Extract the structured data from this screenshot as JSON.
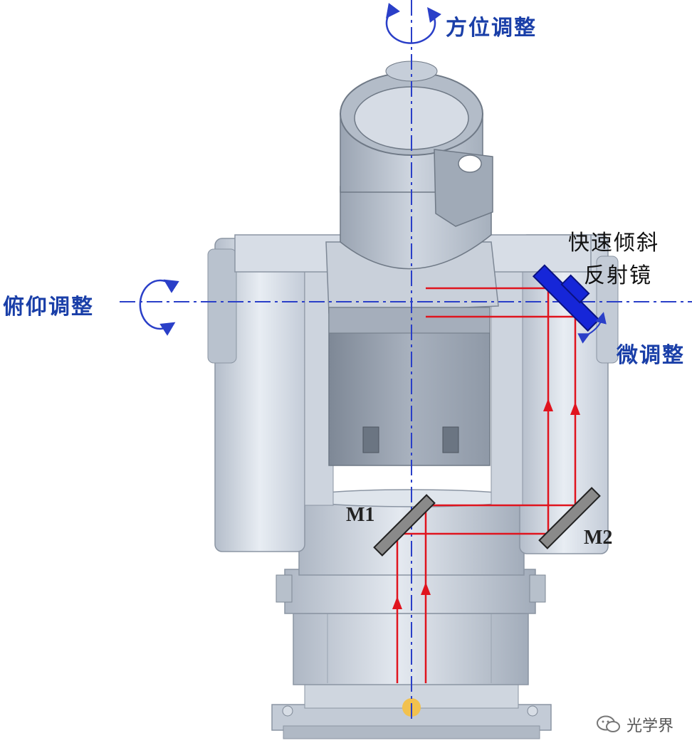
{
  "labels": {
    "azimuth": "方位调整",
    "elevation": "俯仰调整",
    "fsm_line1": "快速倾斜",
    "fsm_line2": "反射镜",
    "fine": "微调整",
    "m1": "M1",
    "m2": "M2"
  },
  "watermark": {
    "text": "光学界",
    "icon": "wechat-icon"
  },
  "colors": {
    "axis": "#2a3fc8",
    "beam": "#e0141e",
    "mirror_fill": "#8a8a8a",
    "fsm_fill": "#1626d8",
    "body_light": "#dde3ec",
    "body_mid": "#c2cad6",
    "body_dark": "#8c96a4",
    "source": "#f2c14e"
  }
}
